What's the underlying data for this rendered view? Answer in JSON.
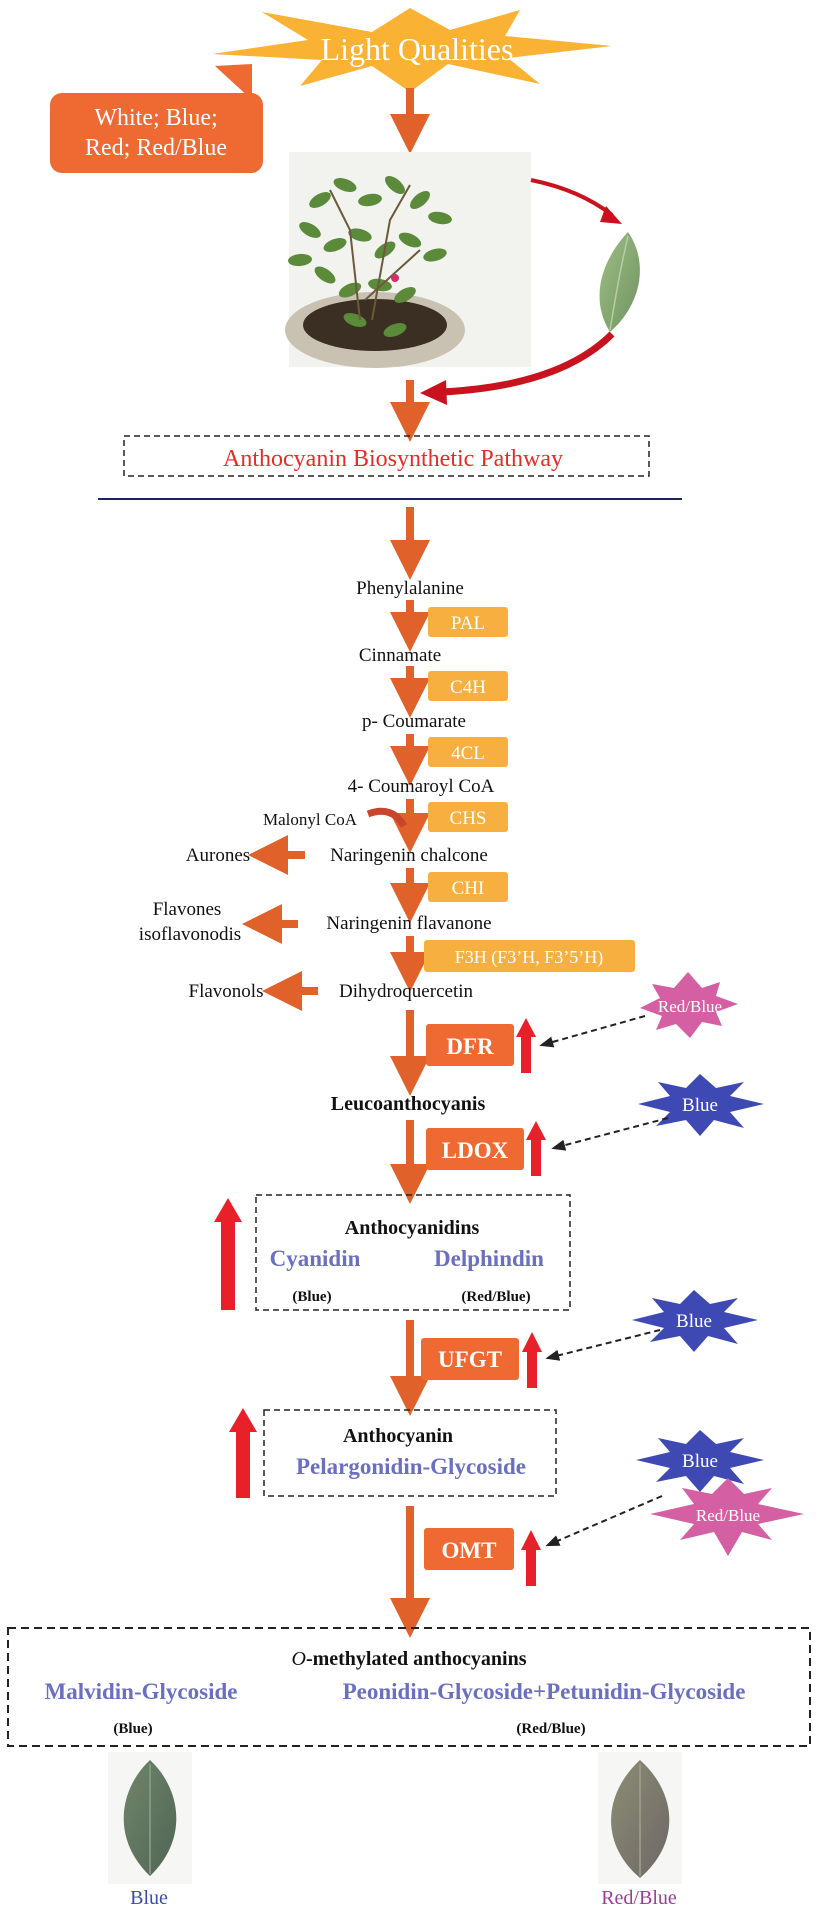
{
  "top": {
    "title": "Light Qualities",
    "light_box_line1": "White; Blue;",
    "light_box_line2": "Red; Red/Blue"
  },
  "pathway_title": "Anthocyanin Biosynthetic Pathway",
  "compounds": {
    "phenylalanine": "Phenylalanine",
    "cinnamate": "Cinnamate",
    "p_coumarate": "p- Coumarate",
    "coumaroyl_coa": "4- Coumaroyl CoA",
    "malonyl_coa": "Malonyl CoA",
    "naringenin_chalcone": "Naringenin chalcone",
    "aurones": "Aurones",
    "naringenin_flavanone": "Naringenin flavanone",
    "flavones_line1": "Flavones",
    "flavones_line2": "isoflavonodis",
    "dihydroquercetin": "Dihydroquercetin",
    "flavonols": "Flavonols",
    "leucoanthocyanis": "Leucoanthocyanis"
  },
  "enzymes": {
    "pal": "PAL",
    "c4h": "C4H",
    "cl4": "4CL",
    "chs": "CHS",
    "chi": "CHI",
    "f3h": "F3H (F3’H, F3’5’H)",
    "dfr": "DFR",
    "ldox": "LDOX",
    "ufgt": "UFGT",
    "omt": "OMT"
  },
  "light_bursts": {
    "dfr": "Red/Blue",
    "ldox": "Blue",
    "ufgt": "Blue",
    "omt_blue": "Blue",
    "omt_redblue": "Red/Blue"
  },
  "anthocyanidins_box": {
    "title": "Anthocyanidins",
    "cyanidin": "Cyanidin",
    "delphindin": "Delphindin",
    "cyanidin_light": "(Blue)",
    "delphindin_light": "(Red/Blue)"
  },
  "anthocyanin_box": {
    "title": "Anthocyanin",
    "compound": "Pelargonidin-Glycoside"
  },
  "methylated_box": {
    "title_italic": "O",
    "title_rest": "-methylated anthocyanins",
    "malvidin": "Malvidin-Glycoside",
    "peonidin": "Peonidin-Glycoside+Petunidin-Glycoside",
    "malvidin_light": "(Blue)",
    "peonidin_light": "(Red/Blue)"
  },
  "leaf_labels": {
    "blue": "Blue",
    "red_blue": "Red/Blue"
  },
  "colors": {
    "orange_arrow": "#e0622a",
    "enzyme_light": "#f7b040",
    "enzyme_dark": "#ee6a32",
    "up_arrow": "#e8202a",
    "blue_burst": "#3f49b3",
    "pink_burst": "#d45fa3",
    "compound_blue": "#6a6fc0",
    "title_red": "#e52d23",
    "burst_yellow": "#f9b233"
  }
}
